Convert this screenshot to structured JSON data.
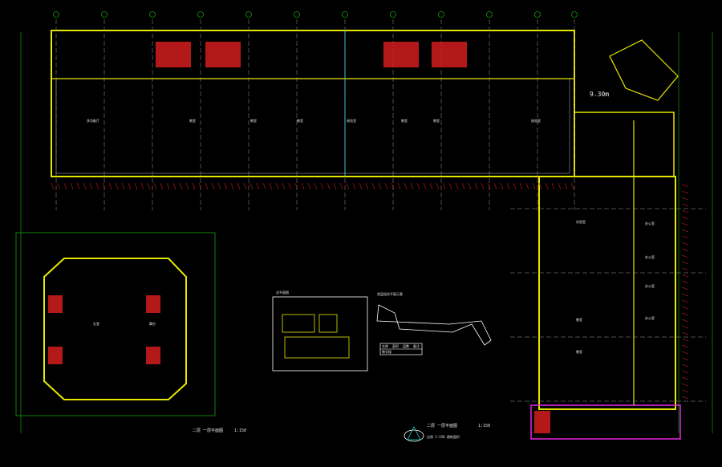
{
  "drawing": {
    "background": "#000000",
    "colors": {
      "wall": "#e6e600",
      "dim": "#19d719",
      "grid_axis": "#9b9b9b",
      "seating": "#d31d1d",
      "magenta": "#e326e3",
      "cyan": "#22d3d3",
      "white": "#ffffff"
    },
    "annotations": {
      "level_mark": "9.30m",
      "main_plan_title": "二层  一层平面图",
      "main_plan_scale": "1:150",
      "main_plan_note": "比例 1:150  建筑面积",
      "hall_plan_title": "二层  一层平面图",
      "hall_plan_scale": "1:150",
      "site_plan_title": "总平面图",
      "key_plan_title": "首层组合平面示意"
    },
    "room_labels": {
      "top_wing": [
        "多功能厅",
        "教室",
        "教室",
        "教室",
        "阅览室",
        "教室",
        "教室",
        "阅览室"
      ],
      "right_wing": [
        "实验室",
        "教室",
        "教室",
        "办公室",
        "办公室",
        "办公室",
        "办公室"
      ],
      "hall": [
        "礼堂",
        "舞台"
      ]
    },
    "table": {
      "rows": [
        [
          "名称",
          "面积",
          "层数",
          "备注"
        ],
        [
          "教学楼",
          "",
          "",
          ""
        ]
      ]
    }
  }
}
